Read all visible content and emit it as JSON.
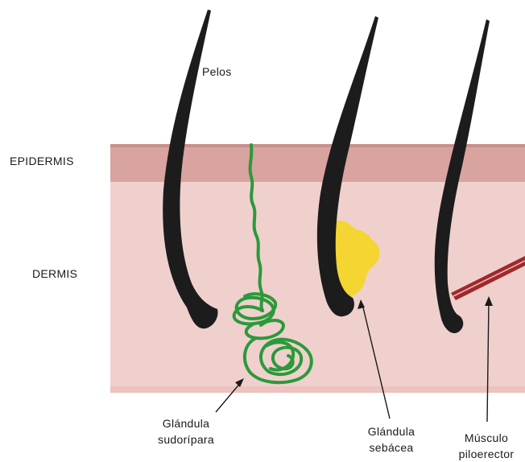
{
  "labels": {
    "hairs": "Pelos",
    "epidermis": "EPIDERMIS",
    "dermis": "DERMIS",
    "sweat_gland_line1": "Glándula",
    "sweat_gland_line2": "sudorípara",
    "sebaceous_gland_line1": "Glándula",
    "sebaceous_gland_line2": "sebácea",
    "arrector_muscle_line1": "Músculo",
    "arrector_muscle_line2": "piloerector"
  },
  "colors": {
    "epidermis": "#d9a3a0",
    "dermis": "#f0d0cd",
    "hair": "#1c1c1c",
    "sweat_gland": "#2a9a3a",
    "sebaceous_gland": "#f4d531",
    "arrector_muscle": "#a0282c"
  }
}
